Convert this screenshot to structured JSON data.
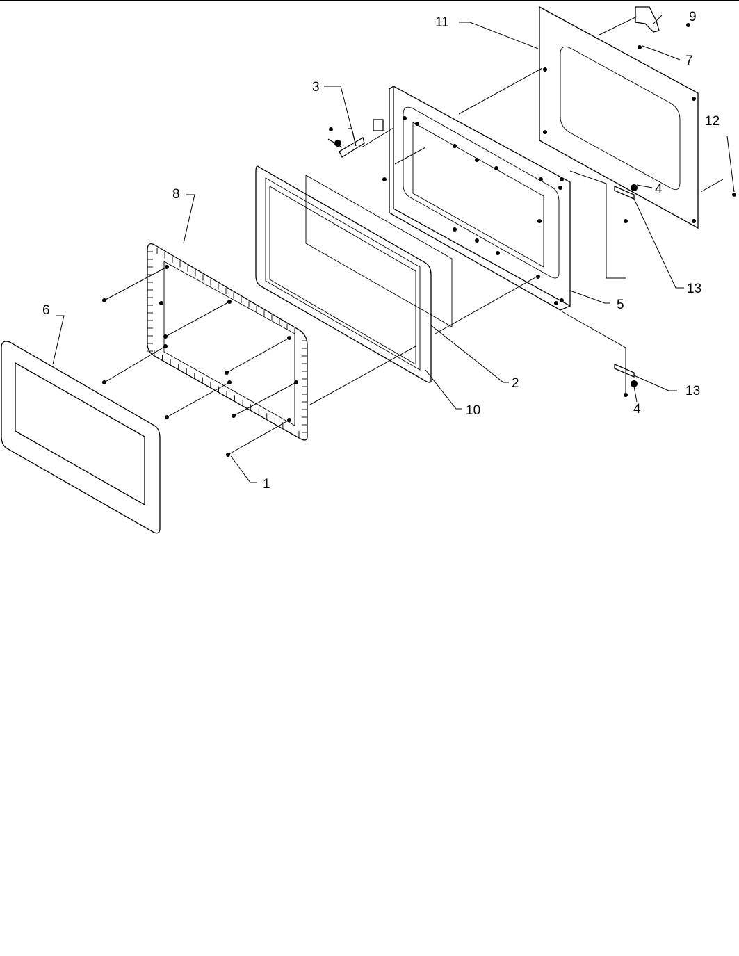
{
  "callouts": [
    {
      "id": "part-1",
      "text": "1"
    },
    {
      "id": "part-2",
      "text": "2"
    },
    {
      "id": "part-3",
      "text": "3"
    },
    {
      "id": "part-4-upper",
      "text": "4"
    },
    {
      "id": "part-4-lower",
      "text": "4"
    },
    {
      "id": "part-5",
      "text": "5"
    },
    {
      "id": "part-6",
      "text": "6"
    },
    {
      "id": "part-7",
      "text": "7"
    },
    {
      "id": "part-8",
      "text": "8"
    },
    {
      "id": "part-9",
      "text": "9"
    },
    {
      "id": "part-10",
      "text": "10"
    },
    {
      "id": "part-11",
      "text": "11"
    },
    {
      "id": "part-12",
      "text": "12"
    },
    {
      "id": "part-13-upper",
      "text": "13"
    },
    {
      "id": "part-13-lower",
      "text": "13"
    }
  ]
}
